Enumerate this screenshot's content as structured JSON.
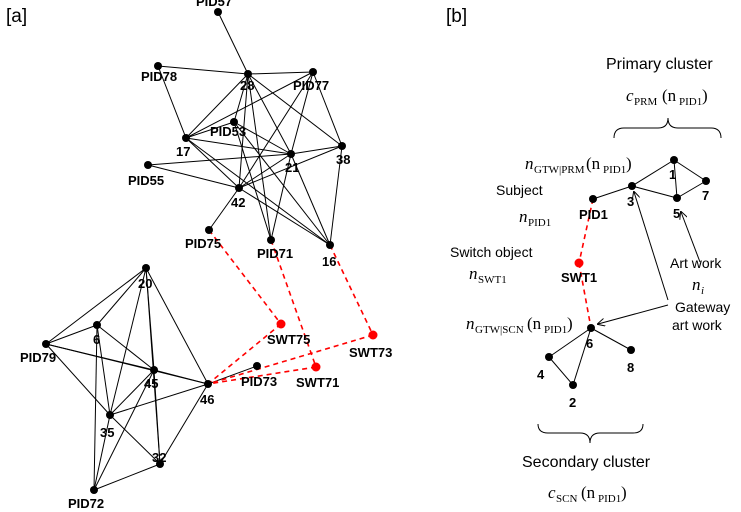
{
  "panels": {
    "a": "[a]",
    "b": "[b]"
  },
  "graph_a": {
    "nodes": [
      {
        "id": "PID57",
        "label": "PID57"
      },
      {
        "id": "PID78",
        "label": "PID78"
      },
      {
        "id": "28",
        "label": "28"
      },
      {
        "id": "PID77",
        "label": "PID77"
      },
      {
        "id": "PID53",
        "label": "PID53"
      },
      {
        "id": "17",
        "label": "17"
      },
      {
        "id": "21",
        "label": "21"
      },
      {
        "id": "38",
        "label": "38"
      },
      {
        "id": "PID55",
        "label": "PID55"
      },
      {
        "id": "42",
        "label": "42"
      },
      {
        "id": "PID75",
        "label": "PID75"
      },
      {
        "id": "PID71",
        "label": "PID71"
      },
      {
        "id": "16",
        "label": "16"
      },
      {
        "id": "20",
        "label": "20"
      },
      {
        "id": "6",
        "label": "6"
      },
      {
        "id": "PID79",
        "label": "PID79"
      },
      {
        "id": "45",
        "label": "45"
      },
      {
        "id": "46",
        "label": "46"
      },
      {
        "id": "PID73",
        "label": "PID73"
      },
      {
        "id": "35",
        "label": "35"
      },
      {
        "id": "32",
        "label": "32"
      },
      {
        "id": "PID72",
        "label": "PID72"
      },
      {
        "id": "SWT75",
        "label": "SWT75"
      },
      {
        "id": "SWT71",
        "label": "SWT71"
      },
      {
        "id": "SWT73",
        "label": "SWT73"
      }
    ]
  },
  "graph_b": {
    "nodes": [
      {
        "id": "PID1",
        "label": "PID1"
      },
      {
        "id": "3",
        "label": "3"
      },
      {
        "id": "1",
        "label": "1"
      },
      {
        "id": "7",
        "label": "7"
      },
      {
        "id": "5",
        "label": "5"
      },
      {
        "id": "SWT1",
        "label": "SWT1"
      },
      {
        "id": "6",
        "label": "6"
      },
      {
        "id": "4",
        "label": "4"
      },
      {
        "id": "8",
        "label": "8"
      },
      {
        "id": "2",
        "label": "2"
      }
    ]
  },
  "annotations": {
    "primary_cluster": "Primary cluster",
    "secondary_cluster": "Secondary cluster",
    "subject": "Subject",
    "switch_object": "Switch object",
    "art_work": "Art work",
    "gateway_line1": "Gateway",
    "gateway_line2": "art work",
    "c_prm_main": "c",
    "c_prm_sub": "PRM",
    "c_prm_arg_open": "(n",
    "c_prm_arg_sub": "PID1",
    "c_prm_arg_close": ")",
    "c_scn_main": "c",
    "c_scn_sub": "SCN",
    "c_scn_arg_open": "(n",
    "c_scn_arg_sub": "PID1",
    "c_scn_arg_close": ")",
    "n_gtw_prm_main": "n",
    "n_gtw_prm_sub": "GTW|PRM",
    "n_gtw_prm_arg_open": "(n",
    "n_gtw_prm_arg_sub": "PID1",
    "n_gtw_prm_arg_close": ")",
    "n_gtw_scn_main": "n",
    "n_gtw_scn_sub": "GTW|SCN",
    "n_gtw_scn_arg_open": "(n",
    "n_gtw_scn_arg_sub": "PID1",
    "n_gtw_scn_arg_close": ")",
    "n_pid1_main": "n",
    "n_pid1_sub": "PID1",
    "n_swt1_main": "n",
    "n_swt1_sub": "SWT1",
    "n_i_main": "n",
    "n_i_sub": "i"
  },
  "colors": {
    "node": "#000000",
    "switch_node": "#ff0000",
    "switch_edge": "#ff0000"
  }
}
